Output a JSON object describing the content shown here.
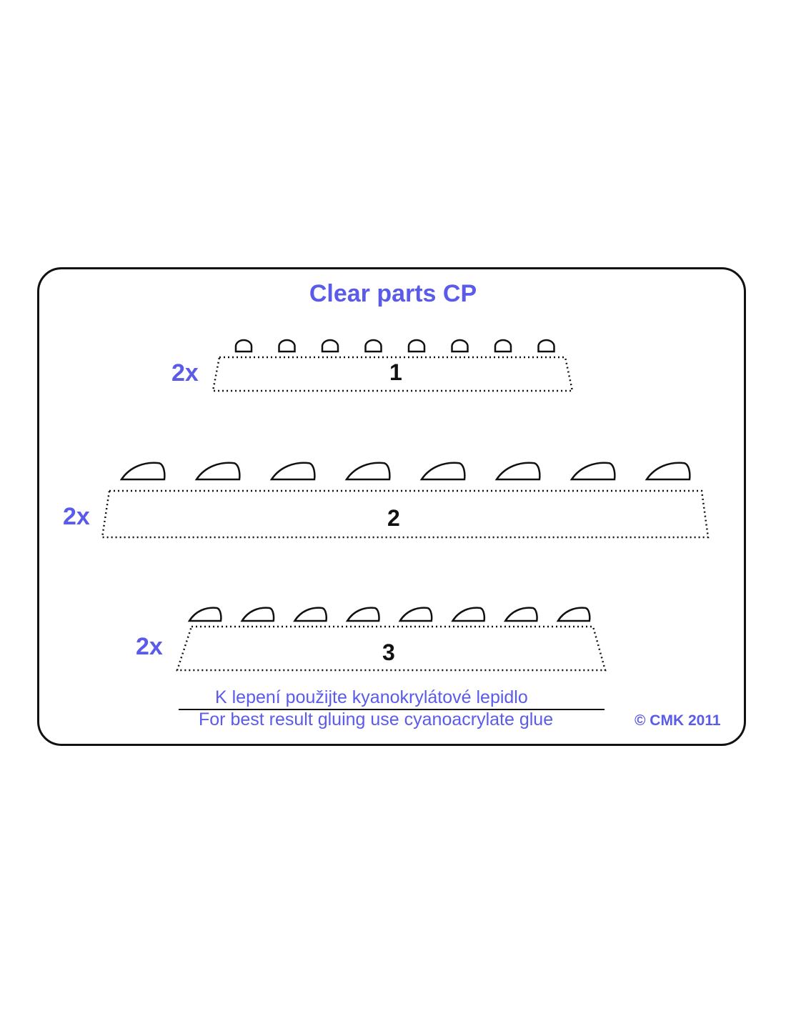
{
  "title": "Clear parts CP",
  "parts": [
    {
      "quantity": "2x",
      "number": "1",
      "lens_count": 8,
      "lens_shape": "dome-lens-icon"
    },
    {
      "quantity": "2x",
      "number": "2",
      "lens_count": 8,
      "lens_shape": "teardrop-lens-icon"
    },
    {
      "quantity": "2x",
      "number": "3",
      "lens_count": 8,
      "lens_shape": "teardrop-lens-icon"
    }
  ],
  "note_cz": "K lepení použijte kyanokrylátové lepidlo",
  "note_en": "For best result gluing use cyanoacrylate glue",
  "copyright": "© CMK 2011",
  "colors": {
    "accent": "#5b5bea",
    "ink": "#111111"
  }
}
